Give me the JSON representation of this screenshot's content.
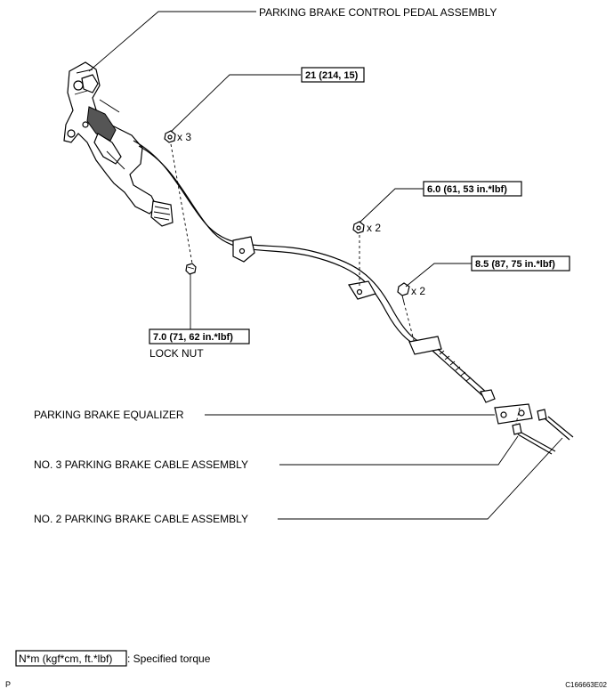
{
  "labels": {
    "pedal_assembly": "PARKING BRAKE CONTROL PEDAL ASSEMBLY",
    "equalizer": "PARKING BRAKE EQUALIZER",
    "no3_cable": "NO. 3 PARKING BRAKE CABLE ASSEMBLY",
    "no2_cable": "NO. 2 PARKING BRAKE CABLE ASSEMBLY",
    "lock_nut": "LOCK NUT"
  },
  "torques": {
    "t21": "21 (214, 15)",
    "t60": "6.0 (61, 53 in.*lbf)",
    "t85": "8.5 (87, 75 in.*lbf)",
    "t70": "7.0 (71, 62 in.*lbf)"
  },
  "quantities": {
    "q_t21": "x 3",
    "q_t60": "x 2",
    "q_t85": "x 2"
  },
  "legend": {
    "unit_box": "N*m (kgf*cm, ft.*lbf)",
    "description": ": Specified torque"
  },
  "footer": {
    "left_mark": "P",
    "figure_code": "C166663E02"
  }
}
